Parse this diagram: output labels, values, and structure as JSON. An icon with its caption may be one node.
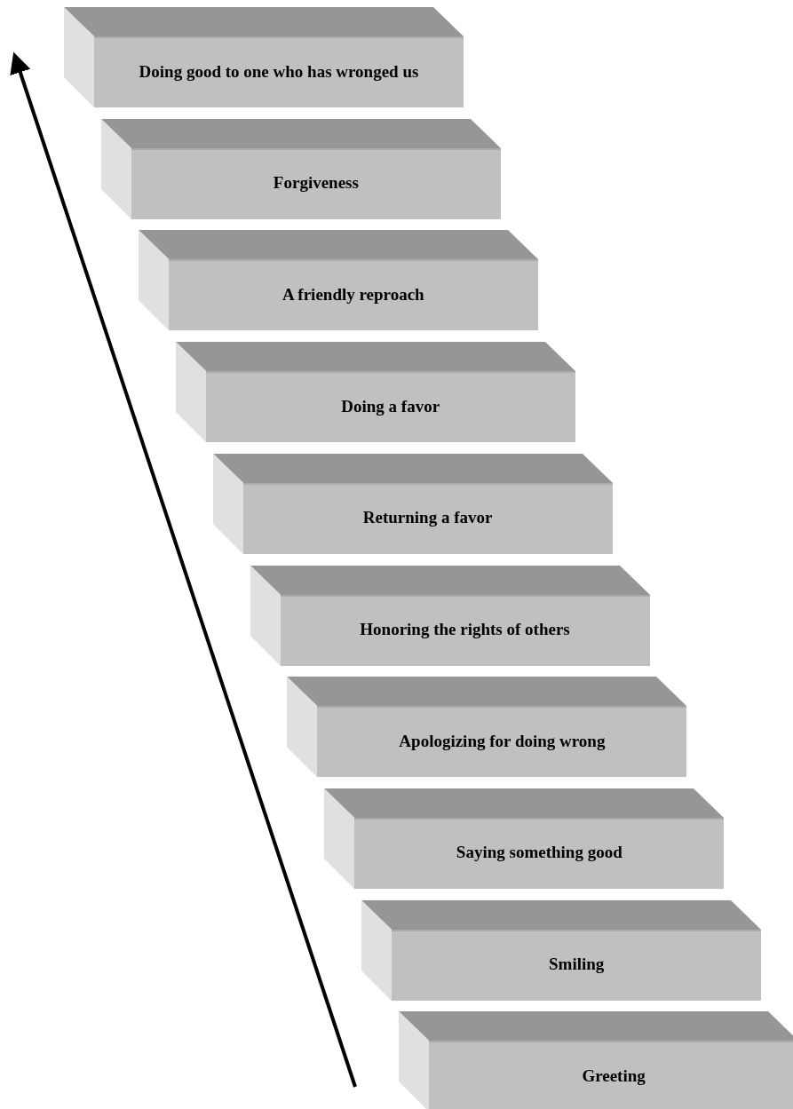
{
  "diagram": {
    "nodes": [
      {
        "text": [
          "Doing good to one who has wronged us"
        ]
      },
      {
        "text": [
          "Forgiveness"
        ]
      },
      {
        "text": [
          "A friendly reproach"
        ]
      },
      {
        "text": [
          "Doing a favor"
        ]
      },
      {
        "text": [
          "Returning a favor"
        ]
      },
      {
        "text": [
          "Honoring the rights of others"
        ]
      },
      {
        "text": [
          "Apologizing for doing wrong"
        ]
      },
      {
        "text": [
          "Saying something good"
        ]
      },
      {
        "text": [
          "Smiling"
        ]
      },
      {
        "text": [
          "Greeting"
        ]
      }
    ]
  }
}
